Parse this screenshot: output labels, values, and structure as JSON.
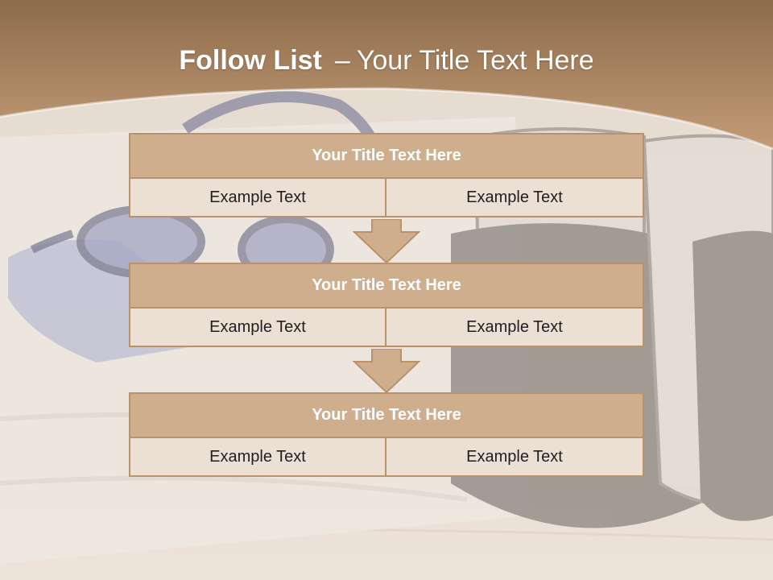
{
  "slide": {
    "title_bold": "Follow List",
    "title_dash": "–",
    "title_rest": "Your Title Text Here"
  },
  "blocks": [
    {
      "title": "Your Title Text Here",
      "left": "Example Text",
      "right": "Example Text"
    },
    {
      "title": "Your Title Text Here",
      "left": "Example Text",
      "right": "Example Text"
    },
    {
      "title": "Your Title Text Here",
      "left": "Example Text",
      "right": "Example Text"
    }
  ],
  "colors": {
    "header_band": "#a27a55",
    "box_header": "#ceae8d",
    "box_body": "#ecdfd4",
    "box_border": "#b9916a"
  },
  "background_icons": [
    "towel-icon",
    "swim-goggles-icon",
    "swim-cap-icon",
    "slippers-icon"
  ]
}
